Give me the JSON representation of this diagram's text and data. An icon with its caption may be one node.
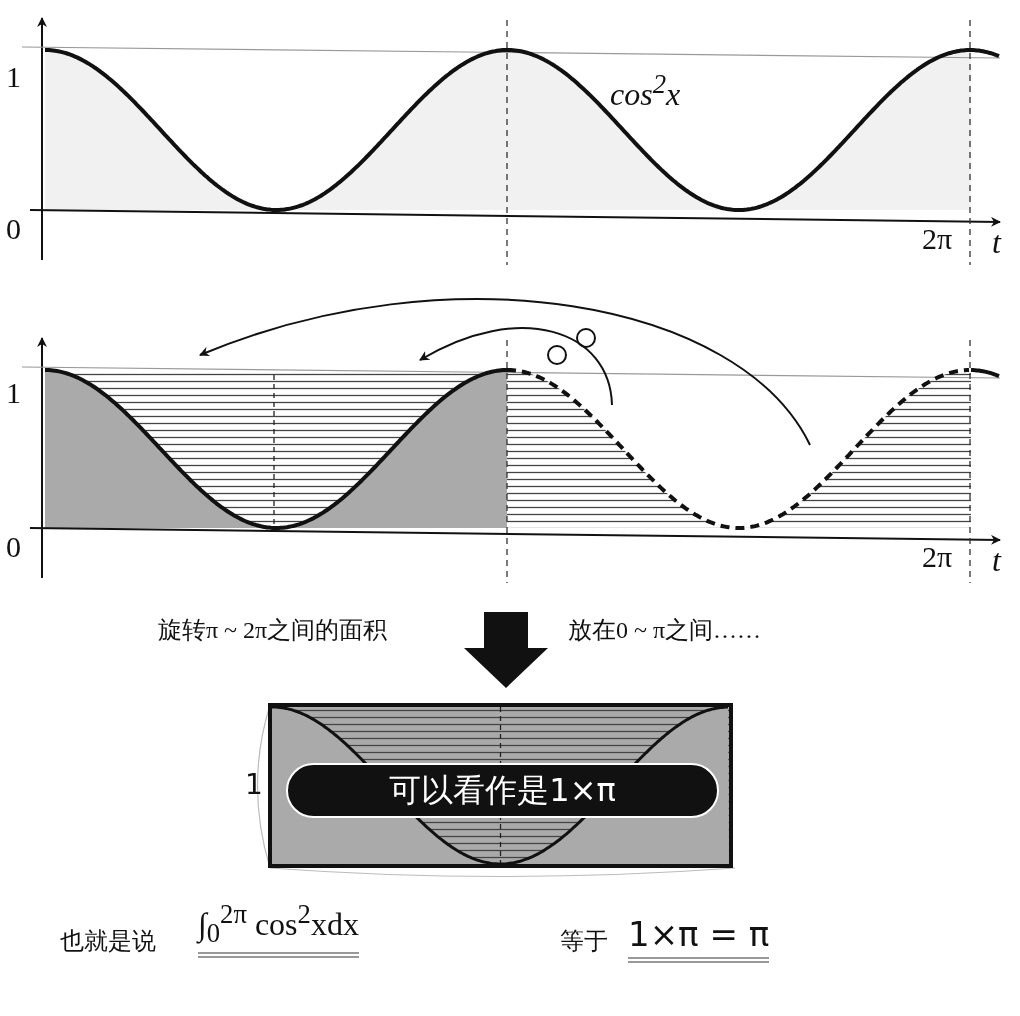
{
  "diagram": {
    "nodes": [
      {
        "text": [],
        "shape": "box"
      },
      {
        "text": [
          "可以看作是1×π"
        ],
        "in": 0
      }
    ],
    "labels": [
      "1",
      "0",
      "cos$^{2}$x",
      "2π",
      "t",
      "1",
      "0",
      "2π",
      "t",
      "旋转π ~ 2π之间的面积",
      "放在0 ~ π之间……",
      "1",
      "也就是说",
      "∫$_{0}$$^{2π}$ cos$^{2}$xdx",
      "等于",
      "1×π = π"
    ]
  }
}
